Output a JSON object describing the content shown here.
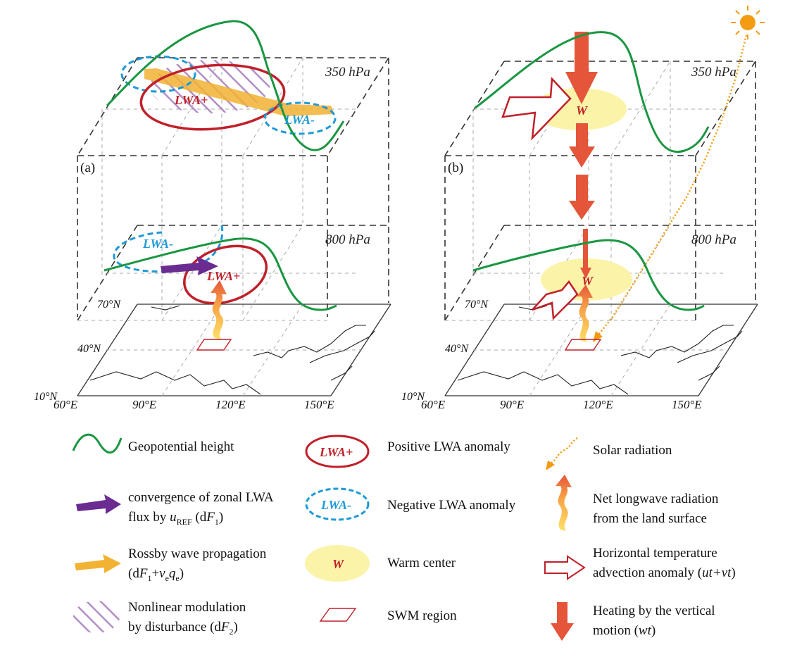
{
  "panels": [
    {
      "tag": "(a)",
      "upper_level": "350 hPa",
      "lower_level": "800 hPa",
      "upper_pos_label": "LWA+",
      "upper_neg_label": "LWA-",
      "lower_pos_label": "LWA+",
      "lower_neg_label": "LWA-",
      "lat_labels": [
        "70°N",
        "40°N",
        "10°N"
      ],
      "lon_labels": [
        "60°E",
        "90°E",
        "120°E",
        "150°E"
      ]
    },
    {
      "tag": "(b)",
      "upper_level": "350 hPa",
      "lower_level": "800 hPa",
      "upper_warm_label": "W",
      "lower_warm_label": "W",
      "lat_labels": [
        "70°N",
        "40°N",
        "10°N"
      ],
      "lon_labels": [
        "60°E",
        "90°E",
        "120°E",
        "150°E"
      ]
    }
  ],
  "legend": {
    "col1": [
      {
        "icon": "geopotential-wave-icon",
        "line1": "Geopotential height"
      },
      {
        "icon": "purple-arrow-icon",
        "line1": "convergence of zonal LWA",
        "line2_pre": "flux by ",
        "line2_var": "u",
        "line2_sub": "REF",
        "line2_mid": " (d",
        "line2_var2": "F",
        "line2_sub2": "1",
        "line2_post": ")"
      },
      {
        "icon": "orange-arrow-icon",
        "line1": "Rossby wave propagation",
        "line2_pre": "(d",
        "line2_var": "F",
        "line2_sub": "1",
        "line2_mid": "+",
        "line2_var2": "v",
        "line2_sub2": "e",
        "line2_var3": "q",
        "line2_sub3": "e",
        "line2_post": ")"
      },
      {
        "icon": "hatched-ellipse-icon",
        "line1": "Nonlinear modulation",
        "line2_pre": "by disturbance (d",
        "line2_var": "F",
        "line2_sub": "2",
        "line2_post": ")"
      }
    ],
    "col2": [
      {
        "icon": "positive-lwa-ellipse-icon",
        "icon_text": "LWA+",
        "line1": "Positive LWA anomaly"
      },
      {
        "icon": "negative-lwa-ellipse-icon",
        "icon_text": "LWA-",
        "line1": "Negative LWA anomaly"
      },
      {
        "icon": "warm-center-icon",
        "icon_text": "W",
        "line1": "Warm center"
      },
      {
        "icon": "swm-region-icon",
        "line1": "SWM region"
      }
    ],
    "col3": [
      {
        "icon": "solar-radiation-icon",
        "line1": "Solar radiation"
      },
      {
        "icon": "longwave-arrow-icon",
        "line1": "Net longwave radiation",
        "line2": "from the land surface"
      },
      {
        "icon": "hollow-arrow-icon",
        "line1": "Horizontal temperature",
        "line2_pre": "advection anomaly (",
        "line2_it": "ut+vt",
        "line2_post": ")"
      },
      {
        "icon": "heating-arrow-icon",
        "line1": "Heating by the vertical",
        "line2_pre": "motion (",
        "line2_it": "wt",
        "line2_post": ")"
      }
    ]
  },
  "colors": {
    "geopotential": "#1a9641",
    "positive_lwa": "#c0202a",
    "negative_lwa": "#1d9ad6",
    "purple_arrow": "#6a2c91",
    "orange_arrow": "#f2b233",
    "hatch": "#b38ec6",
    "warm_center": "#fbf3a8",
    "heating_arrow": "#e4553a",
    "solar": "#f39c12"
  }
}
